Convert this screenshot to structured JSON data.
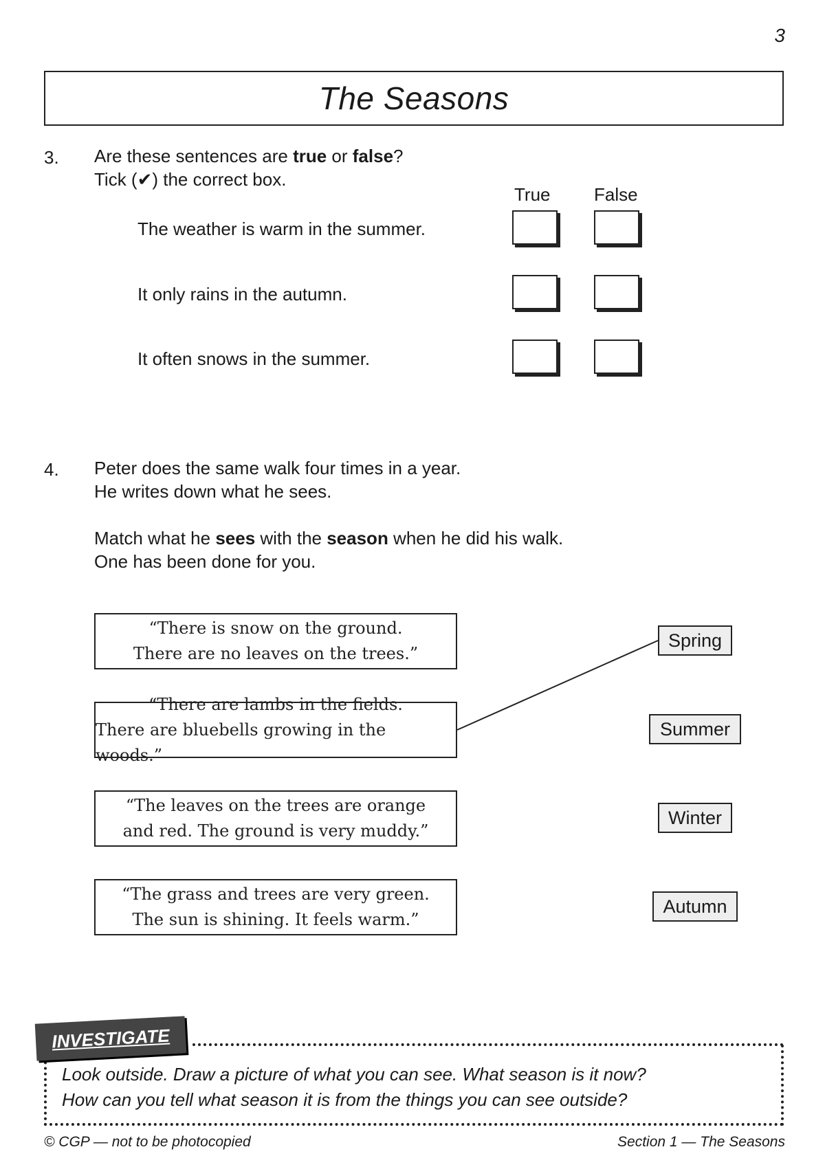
{
  "page_number": "3",
  "title": "The Seasons",
  "q3": {
    "number": "3.",
    "line1_pre": "Are these sentences are ",
    "line1_b1": "true",
    "line1_mid": " or ",
    "line1_b2": "false",
    "line1_post": "?",
    "line2": "Tick (✔) the correct box.",
    "col_true": "True",
    "col_false": "False",
    "statements": [
      "The weather is warm in the summer.",
      "It only rains in the autumn.",
      "It often snows in the summer."
    ]
  },
  "q4": {
    "number": "4.",
    "intro1": "Peter does the same walk four times in a year.",
    "intro2": "He writes down what he sees.",
    "instr_pre": "Match what he ",
    "instr_b1": "sees",
    "instr_mid": " with the ",
    "instr_b2": "season",
    "instr_post": " when he did his walk.",
    "instr2": "One has been done for you.",
    "quotes": [
      {
        "line1": "“There is snow on the ground.",
        "line2": "There are no leaves on the trees.”"
      },
      {
        "line1": "“There are lambs in the fields.",
        "line2": "There are bluebells growing in the woods.”"
      },
      {
        "line1": "“The leaves on the trees are orange",
        "line2": "and red.  The ground is very muddy.”"
      },
      {
        "line1": "“The grass and trees are very green.",
        "line2": "The sun is shining.  It feels warm.”"
      }
    ],
    "seasons": [
      "Spring",
      "Summer",
      "Winter",
      "Autumn"
    ]
  },
  "investigate": {
    "label": "INVESTIGATE",
    "line1": "Look outside.  Draw a picture of what you can see.  What season is it now?",
    "line2": "How can you tell what season it is from the things you can see outside?"
  },
  "footer": {
    "left": "© CGP — not to be photocopied",
    "right": "Section 1 — The Seasons"
  }
}
